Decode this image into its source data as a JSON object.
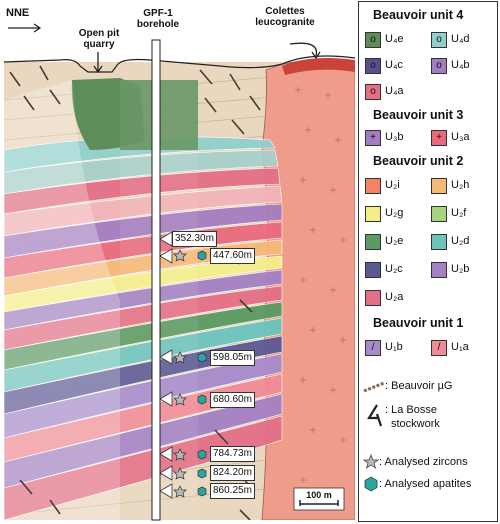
{
  "header": {
    "direction": "NNE",
    "quarry": "Open pit quarry",
    "borehole": "GPF-1 borehole",
    "granite": "Colettes leucogranite",
    "scale": "100 m"
  },
  "depths": [
    "352.30m",
    "447.60m",
    "598.05m",
    "680.60m",
    "784.73m",
    "824.20m",
    "860.25m"
  ],
  "legend": {
    "unit4_title": "Beauvoir unit 4",
    "unit4": [
      "U₄e",
      "U₄d",
      "U₄c",
      "U₄b",
      "U₄a"
    ],
    "unit3_title": "Beauvoir unit 3",
    "unit3": [
      "U₃b",
      "U₃a"
    ],
    "unit2_title": "Beauvoir unit 2",
    "unit2": [
      "U₂i",
      "U₂h",
      "U₂g",
      "U₂f",
      "U₂e",
      "U₂d",
      "U₂c",
      "U₂b",
      "U₂a"
    ],
    "unit1_title": "Beauvoir unit 1",
    "unit1": [
      "U₁b",
      "U₁a"
    ],
    "micro": ": Beauvoir µG",
    "stockwork_1": ": La Bosse",
    "stockwork_2": "stockwork",
    "zircons": ": Analysed zircons",
    "apatites": ": Analysed apatites"
  },
  "colors": {
    "u4e": "#5d8e5a",
    "u4d": "#8fd0cc",
    "u4c": "#56508e",
    "u4b": "#a27ec0",
    "u4a": "#e46f86",
    "u3b": "#a47cc0",
    "u3a": "#e96a7c",
    "u2i": "#f4836a",
    "u2h": "#f6b877",
    "u2g": "#f4ee8a",
    "u2f": "#a8d37d",
    "u2e": "#5b9a62",
    "u2d": "#6cc4bc",
    "u2c": "#5a5993",
    "u2b": "#a381c3",
    "u2a": "#e46f86",
    "u1b": "#a68acb",
    "u1a": "#ef8b96",
    "granite": "#ef9c8a",
    "host": "#e9d7bf",
    "apatite": "#2aa6a0",
    "zircon": "#b9b9b9"
  }
}
